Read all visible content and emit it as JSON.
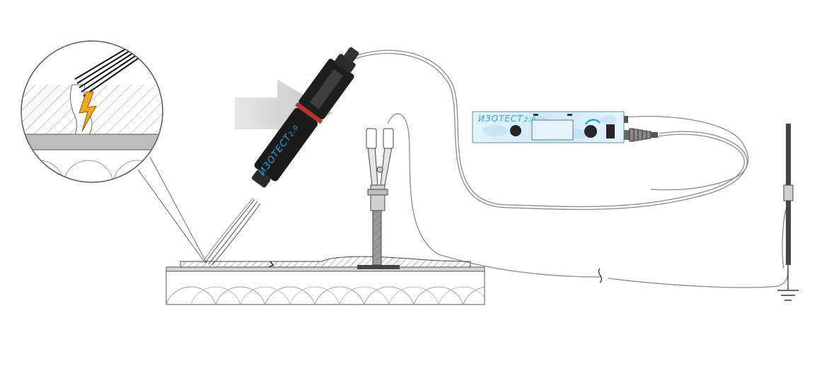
{
  "device": {
    "brand_name": "ИЗОТЕСТ",
    "brand_suffix": "2.0"
  },
  "probe": {
    "brand_name": "ИЗОТЕСТ",
    "brand_suffix": "2.0"
  },
  "colors": {
    "device_body": "#d8eef7",
    "brand_text": "#2aa7d8",
    "probe_body": "#1e1e1e",
    "arrow": "#c9c9c9",
    "spark": "#f5a623",
    "hatch": "#9a9a9a"
  },
  "icons": [
    "lightning-spark-icon",
    "ground-symbol-icon"
  ]
}
